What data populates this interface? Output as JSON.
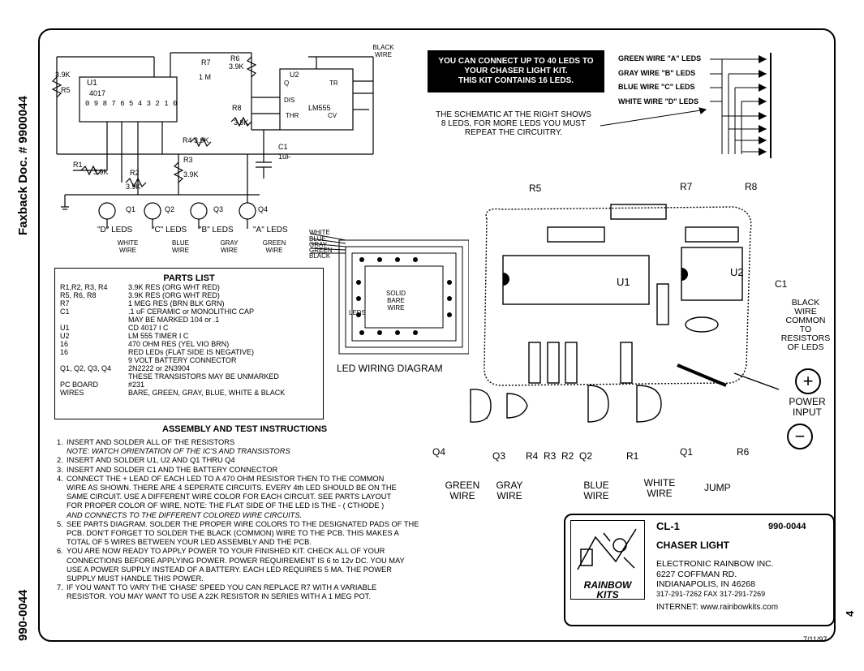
{
  "side": {
    "faxback": "Faxback Doc. # 9900044",
    "doc_number": "990-0044",
    "page_number": "4"
  },
  "date": "7/11/97",
  "notice": {
    "line1": "YOU CAN CONNECT UP TO 40 LEDS TO",
    "line2": "YOUR CHASER LIGHT KIT.",
    "line3": "THIS KIT CONTAINS 16 LEDS."
  },
  "schematic_note": {
    "line1": "THE SCHEMATIC AT THE RIGHT SHOWS",
    "line2": "8 LEDS, FOR MORE LEDS YOU MUST",
    "line3": "REPEAT THE CIRCUITRY."
  },
  "wire_labels": [
    {
      "name": "GREEN WIRE",
      "code": "\"A\" LEDS"
    },
    {
      "name": "GRAY WIRE",
      "code": "\"B\" LEDS"
    },
    {
      "name": "BLUE WIRE",
      "code": "\"C\" LEDS"
    },
    {
      "name": "WHITE WIRE",
      "code": "\"D\" LEDS"
    }
  ],
  "schematic": {
    "r6": "R6",
    "r6v": "3.9K",
    "r7": "R7",
    "r7v": "1 M",
    "r8": "R8",
    "r8v": "3.9K",
    "r5": "R5",
    "r5v": "3.9K",
    "u1": "U1",
    "u1p": "4017",
    "u2": "U2",
    "u2p": "LM555",
    "r4": "R4",
    "r4v": "3.9K",
    "r3": "R3",
    "r3v": "3.9K",
    "r2": "R2",
    "r2v": "3.9K",
    "r1": "R1",
    "r1v": "3.9K",
    "c1": "C1",
    "c1v": "1uF",
    "black_wire": "BLACK WIRE",
    "q1": "Q1",
    "q2": "Q2",
    "q3": "Q3",
    "q4": "Q4",
    "leds": [
      "\"D\" LEDS",
      "\"C\" LEDS",
      "\"B\" LEDS",
      "\"A\" LEDS"
    ],
    "wires": [
      "WHITE WIRE",
      "BLUE WIRE",
      "GRAY WIRE",
      "GREEN WIRE"
    ],
    "pin_q": "Q",
    "pin_tr": "TR",
    "pin_dis": "DIS",
    "pin_thr": "THR",
    "pin_cv": "CV"
  },
  "parts_list": {
    "title": "PARTS LIST",
    "rows": [
      [
        "R1,R2, R3, R4",
        "3.9K RES (ORG WHT RED)"
      ],
      [
        "R5, R6, R8",
        "3.9K RES (ORG WHT RED)"
      ],
      [
        "R7",
        "1 MEG RES (BRN BLK GRN)"
      ],
      [
        "C1",
        ".1 uF CERAMIC or MONOLITHIC CAP"
      ],
      [
        "",
        "MAY BE MARKED 104 or .1"
      ],
      [
        "U1",
        "CD 4017 I C"
      ],
      [
        "U2",
        "LM 555 TIMER I C"
      ],
      [
        "16",
        "470 OHM RES (YEL VIO BRN)"
      ],
      [
        "16",
        "RED LEDs (FLAT SIDE IS NEGATIVE)"
      ],
      [
        "",
        "9 VOLT BATTERY CONNECTOR"
      ],
      [
        "Q1, Q2, Q3, Q4",
        "2N2222 or 2N3904"
      ],
      [
        "",
        "THESE TRANSISTORS MAY BE UNMARKED"
      ],
      [
        "PC BOARD",
        "#231"
      ],
      [
        "WIRES",
        "BARE, GREEN, GRAY, BLUE, WHITE & BLACK"
      ]
    ]
  },
  "led_diagram": {
    "title": "LED WIRING DIAGRAM",
    "center": "SOLID BARE WIRE",
    "inputs": [
      "WHITE",
      "BLUE",
      "GRAY",
      "GREEN",
      "BLACK"
    ],
    "leds": "LEDS"
  },
  "pcb": {
    "r5": "R5",
    "r7": "R7",
    "r8": "R8",
    "u1": "U1",
    "u2": "U2",
    "c1": "C1",
    "black": "BLACK WIRE COMMON TO RESISTORS OF LEDS",
    "power": "POWER INPUT",
    "plus": "+",
    "minus": "−",
    "q4": "Q4",
    "q3": "Q3",
    "r4": "R4",
    "r3": "R3",
    "r2": "R2",
    "q2": "Q2",
    "r1": "R1",
    "q1": "Q1",
    "r6": "R6",
    "green": "GREEN WIRE",
    "gray": "GRAY WIRE",
    "blue": "BLUE WIRE",
    "white": "WHITE WIRE",
    "jump": "JUMP"
  },
  "assembly": {
    "title": "ASSEMBLY AND TEST INSTRUCTIONS",
    "lines": [
      {
        "n": "1.",
        "t": "INSERT AND SOLDER ALL OF THE RESISTORS",
        "note": false
      },
      {
        "n": "",
        "t": "NOTE: WATCH ORIENTATION OF THE IC'S AND TRANSISTORS",
        "note": true
      },
      {
        "n": "2.",
        "t": "INSERT AND SOLDER U1, U2 AND Q1 THRU Q4",
        "note": false
      },
      {
        "n": "3.",
        "t": "INSERT AND SOLDER C1 AND THE BATTERY CONNECTOR",
        "note": false
      },
      {
        "n": "4.",
        "t": "CONNECT THE + LEAD OF EACH LED TO A 470 OHM RESISTOR THEN TO THE COMMON",
        "note": false
      },
      {
        "n": "",
        "t": "WIRE AS SHOWN. THERE ARE 4 SEPERATE CIRCUITS. EVERY 4th LED SHOULD BE ON THE",
        "note": false
      },
      {
        "n": "",
        "t": "SAME CIRCUIT. USE A DIFFERENT WIRE COLOR FOR EACH CIRCUIT. SEE PARTS LAYOUT",
        "note": false
      },
      {
        "n": "",
        "t": "FOR PROPER COLOR OF WIRE. NOTE: THE FLAT SIDE OF THE LED IS THE - ( CTHODE )",
        "note": false
      },
      {
        "n": "",
        "t": "AND CONNECTS TO THE DIFFERENT COLORED WIRE CIRCUITS.",
        "note": true
      },
      {
        "n": "5.",
        "t": "SEE PARTS DIAGRAM. SOLDER THE PROPER WIRE COLORS TO THE DESIGNATED PADS OF THE",
        "note": false
      },
      {
        "n": "",
        "t": "PCB. DON'T FORGET TO SOLDER THE BLACK (COMMON) WIRE TO THE PCB. THIS MAKES A",
        "note": false
      },
      {
        "n": "",
        "t": "TOTAL OF 5 WIRES BETWEEN YOUR LED ASSEMBLY AND THE PCB.",
        "note": false
      },
      {
        "n": "6.",
        "t": "YOU ARE NOW READY TO APPLY POWER TO YOUR FINISHED KIT. CHECK ALL OF YOUR",
        "note": false
      },
      {
        "n": "",
        "t": "CONNECTIONS BEFORE APPLYING POWER. POWER REQUIREMENT IS 6 to 12v DC. YOU MAY",
        "note": false
      },
      {
        "n": "",
        "t": "USE A POWER SUPPLY INSTEAD OF A BATTERY. EACH LED REQUIRES 5 MA. THE POWER",
        "note": false
      },
      {
        "n": "",
        "t": "SUPPLY MUST HANDLE THIS POWER.",
        "note": false
      },
      {
        "n": "7.",
        "t": "IF YOU WANT TO VARY THE 'CHASE' SPEED YOU CAN REPLACE R7 WITH A VARIABLE",
        "note": false
      },
      {
        "n": "",
        "t": "RESISTOR. YOU MAY WANT TO USE A 22K RESISTOR IN SERIES WITH A 1 MEG POT.",
        "note": false
      }
    ]
  },
  "title_block": {
    "model": "CL-1",
    "part": "990-0044",
    "name": "CHASER LIGHT",
    "company": "ELECTRONIC RAINBOW INC.",
    "address1": "6227 COFFMAN RD.",
    "address2": "INDIANAPOLIS, IN 46268",
    "phone": "317-291-7262   FAX 317-291-7269",
    "internet": "INTERNET: www.rainbowkits.com",
    "logo1": "RAINBOW",
    "logo2": "KITS"
  }
}
